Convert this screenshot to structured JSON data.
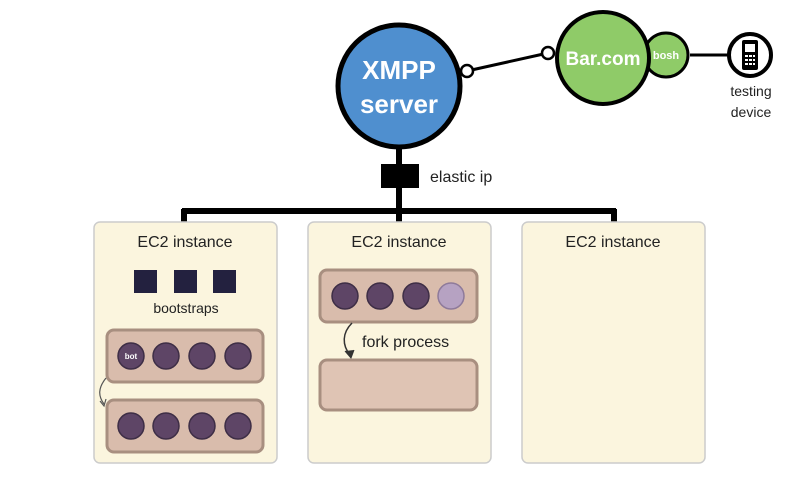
{
  "server": {
    "line1": "XMPP",
    "line2": "server"
  },
  "barcom": {
    "label": "Bar.com"
  },
  "bosh": {
    "label": "bosh"
  },
  "device": {
    "line1": "testing",
    "line2": "device"
  },
  "elastic_ip": {
    "label": "elastic ip"
  },
  "instances": [
    {
      "title": "EC2 instance",
      "bootstraps_label": "bootstraps",
      "bot_label": "bot"
    },
    {
      "title": "EC2 instance",
      "fork_label": "fork process"
    },
    {
      "title": "EC2 instance"
    }
  ],
  "colors": {
    "server_fill": "#4f8fcf",
    "barcom_fill": "#8fcb68",
    "panel_fill": "#fbf5de",
    "tray_fill": "#d9bcac",
    "tray_border": "#a88f80",
    "process_fill": "#5e4566",
    "process_light": "#b6a2c2",
    "bootstrap_fill": "#23213f"
  }
}
